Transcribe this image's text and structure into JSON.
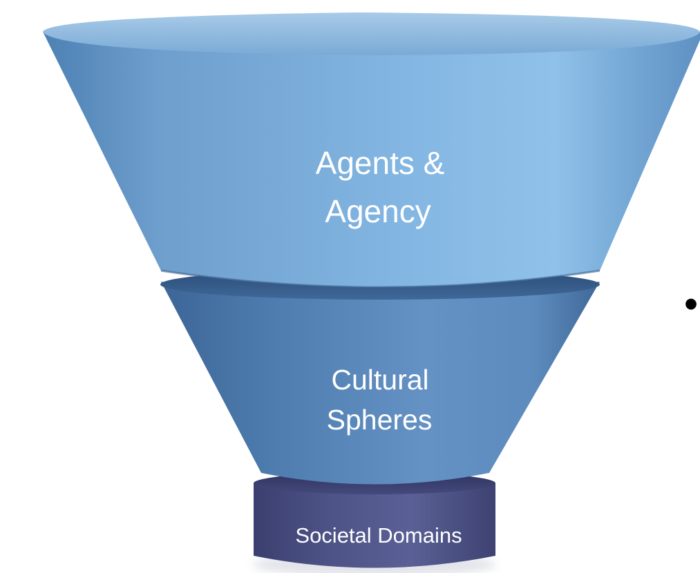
{
  "diagram": {
    "type": "funnel",
    "tiers": [
      {
        "id": "agents-agency",
        "lines": [
          "Agents &",
          "Agency"
        ],
        "color": "#6ea3d3"
      },
      {
        "id": "cultural-spheres",
        "lines": [
          "Cultural",
          "Spheres"
        ],
        "color": "#4f7fb2"
      },
      {
        "id": "societal-domains",
        "lines": [
          "Societal Domains"
        ],
        "color": "#4a4f85"
      }
    ],
    "bullet_symbol": "•"
  }
}
